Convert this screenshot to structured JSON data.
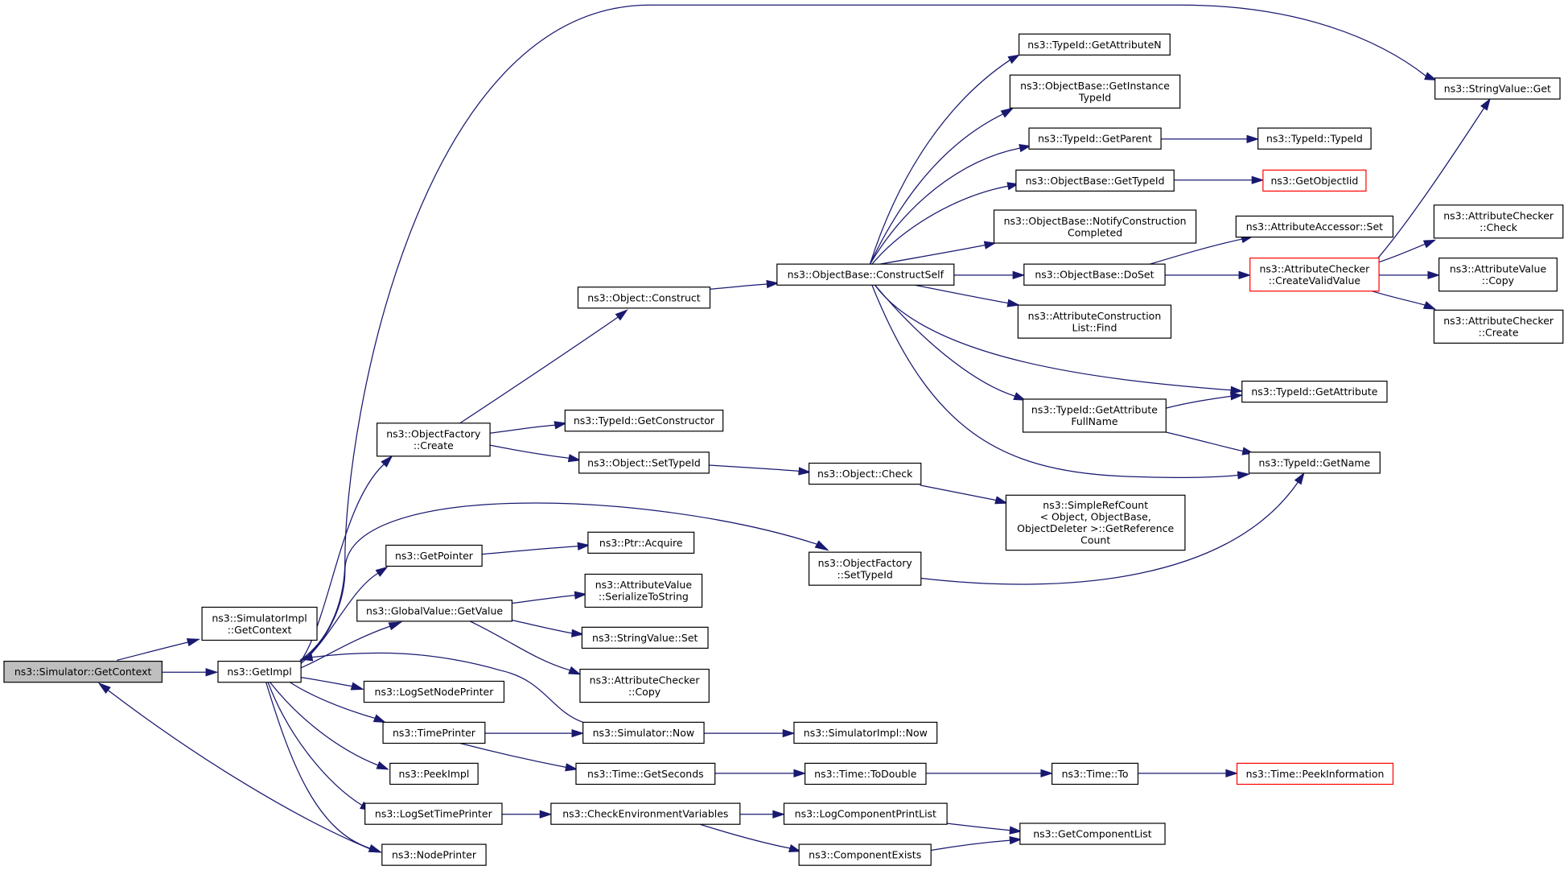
{
  "nodes": [
    {
      "id": "get_context",
      "lines": [
        "ns3::Simulator::GetContext"
      ]
    },
    {
      "id": "simimpl_getcontext",
      "lines": [
        "ns3::SimulatorImpl",
        "::GetContext"
      ]
    },
    {
      "id": "get_impl",
      "lines": [
        "ns3::GetImpl"
      ]
    },
    {
      "id": "objfactory_create",
      "lines": [
        "ns3::ObjectFactory",
        "::Create"
      ]
    },
    {
      "id": "get_pointer",
      "lines": [
        "ns3::GetPointer"
      ]
    },
    {
      "id": "globalvalue_getvalue",
      "lines": [
        "ns3::GlobalValue::GetValue"
      ]
    },
    {
      "id": "log_set_node_printer",
      "lines": [
        "ns3::LogSetNodePrinter"
      ]
    },
    {
      "id": "time_printer",
      "lines": [
        "ns3::TimePrinter"
      ]
    },
    {
      "id": "peek_impl",
      "lines": [
        "ns3::PeekImpl"
      ]
    },
    {
      "id": "log_set_time_printer",
      "lines": [
        "ns3::LogSetTimePrinter"
      ]
    },
    {
      "id": "node_printer",
      "lines": [
        "ns3::NodePrinter"
      ]
    },
    {
      "id": "object_construct",
      "lines": [
        "ns3::Object::Construct"
      ]
    },
    {
      "id": "typeid_getconstructor",
      "lines": [
        "ns3::TypeId::GetConstructor"
      ]
    },
    {
      "id": "object_settypeid",
      "lines": [
        "ns3::Object::SetTypeId"
      ]
    },
    {
      "id": "ptr_acquire",
      "lines": [
        "ns3::Ptr::Acquire"
      ]
    },
    {
      "id": "attrvalue_serialize",
      "lines": [
        "ns3::AttributeValue",
        "::SerializeToString"
      ]
    },
    {
      "id": "stringvalue_set",
      "lines": [
        "ns3::StringValue::Set"
      ]
    },
    {
      "id": "attrchecker_copy_mid",
      "lines": [
        "ns3::AttributeChecker",
        "::Copy"
      ]
    },
    {
      "id": "simulator_now",
      "lines": [
        "ns3::Simulator::Now"
      ]
    },
    {
      "id": "time_getseconds",
      "lines": [
        "ns3::Time::GetSeconds"
      ]
    },
    {
      "id": "check_env_vars",
      "lines": [
        "ns3::CheckEnvironmentVariables"
      ]
    },
    {
      "id": "objbase_constructself",
      "lines": [
        "ns3::ObjectBase::ConstructSelf"
      ]
    },
    {
      "id": "object_check",
      "lines": [
        "ns3::Object::Check"
      ]
    },
    {
      "id": "objfactory_settypeid",
      "lines": [
        "ns3::ObjectFactory",
        "::SetTypeId"
      ]
    },
    {
      "id": "simimpl_now",
      "lines": [
        "ns3::SimulatorImpl::Now"
      ]
    },
    {
      "id": "time_todouble",
      "lines": [
        "ns3::Time::ToDouble"
      ]
    },
    {
      "id": "log_component_printlist",
      "lines": [
        "ns3::LogComponentPrintList"
      ]
    },
    {
      "id": "component_exists",
      "lines": [
        "ns3::ComponentExists"
      ]
    },
    {
      "id": "typeid_getattributen",
      "lines": [
        "ns3::TypeId::GetAttributeN"
      ]
    },
    {
      "id": "objbase_getinstancetypeid",
      "lines": [
        "ns3::ObjectBase::GetInstance",
        "TypeId"
      ]
    },
    {
      "id": "typeid_getparent",
      "lines": [
        "ns3::TypeId::GetParent"
      ]
    },
    {
      "id": "objbase_gettypeid",
      "lines": [
        "ns3::ObjectBase::GetTypeId"
      ]
    },
    {
      "id": "objbase_notifyconstruction",
      "lines": [
        "ns3::ObjectBase::NotifyConstruction",
        "Completed"
      ]
    },
    {
      "id": "objbase_doset",
      "lines": [
        "ns3::ObjectBase::DoSet"
      ]
    },
    {
      "id": "attrconstructionlist_find",
      "lines": [
        "ns3::AttributeConstruction",
        "List::Find"
      ]
    },
    {
      "id": "typeid_getattributefullname",
      "lines": [
        "ns3::TypeId::GetAttribute",
        "FullName"
      ]
    },
    {
      "id": "simplerefcount",
      "lines": [
        "ns3::SimpleRefCount",
        "< Object, ObjectBase,",
        "ObjectDeleter >::GetReference",
        "Count"
      ]
    },
    {
      "id": "time_to",
      "lines": [
        "ns3::Time::To"
      ]
    },
    {
      "id": "get_component_list",
      "lines": [
        "ns3::GetComponentList"
      ]
    },
    {
      "id": "typeid_typeid",
      "lines": [
        "ns3::TypeId::TypeId"
      ]
    },
    {
      "id": "get_object_iid",
      "lines": [
        "ns3::GetObjectIid"
      ]
    },
    {
      "id": "attraccessor_set",
      "lines": [
        "ns3::AttributeAccessor::Set"
      ]
    },
    {
      "id": "attrchecker_createvalidvalue",
      "lines": [
        "ns3::AttributeChecker",
        "::CreateValidValue"
      ]
    },
    {
      "id": "typeid_getattribute",
      "lines": [
        "ns3::TypeId::GetAttribute"
      ]
    },
    {
      "id": "typeid_getname",
      "lines": [
        "ns3::TypeId::GetName"
      ]
    },
    {
      "id": "time_peekinformation",
      "lines": [
        "ns3::Time::PeekInformation"
      ]
    },
    {
      "id": "stringvalue_get",
      "lines": [
        "ns3::StringValue::Get"
      ]
    },
    {
      "id": "attrchecker_check",
      "lines": [
        "ns3::AttributeChecker",
        "::Check"
      ]
    },
    {
      "id": "attrvalue_copy",
      "lines": [
        "ns3::AttributeValue",
        "::Copy"
      ]
    },
    {
      "id": "attrchecker_create",
      "lines": [
        "ns3::AttributeChecker",
        "::Create"
      ]
    }
  ]
}
